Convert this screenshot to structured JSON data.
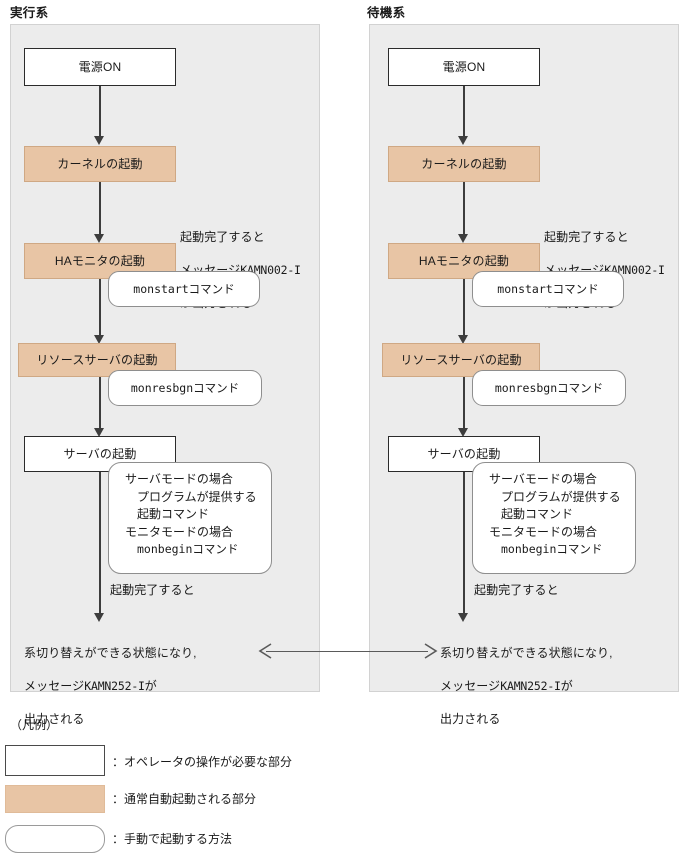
{
  "diagram": {
    "panels": [
      {
        "title": "実行系",
        "nodes": [
          {
            "label": "電源ON",
            "style": "white"
          },
          {
            "label": "カーネルの起動",
            "style": "tan"
          },
          {
            "label": "HAモニタの起動",
            "style": "tan"
          },
          {
            "label": "リソースサーバの起動",
            "style": "tan"
          },
          {
            "label": "サーバの起動",
            "style": "white"
          }
        ],
        "commands": [
          {
            "label": "monstartコマンド"
          },
          {
            "label": "monresbgnコマンド"
          }
        ],
        "server_command_box": {
          "line1": "サーバモードの場合",
          "line2": "プログラムが提供する",
          "line3": "起動コマンド",
          "line4": "モニタモードの場合",
          "line5": "monbeginコマンド"
        },
        "notes": {
          "ha_monitor_note_line1": "起動完了すると",
          "ha_monitor_note_line2_prefix": "メッセージ",
          "ha_monitor_note_line2_code": "KAMN002-I",
          "ha_monitor_note_line3": "が出力される",
          "startup_complete": "起動完了すると",
          "final_line1": "系切り替えができる状態になり,",
          "final_line2_prefix": "メッセージ",
          "final_line2_code": "KAMN252-I",
          "final_line2_suffix": "が",
          "final_line3": "出力される"
        }
      },
      {
        "title": "待機系",
        "nodes": [
          {
            "label": "電源ON",
            "style": "white"
          },
          {
            "label": "カーネルの起動",
            "style": "tan"
          },
          {
            "label": "HAモニタの起動",
            "style": "tan"
          },
          {
            "label": "リソースサーバの起動",
            "style": "tan"
          },
          {
            "label": "サーバの起動",
            "style": "white"
          }
        ],
        "commands": [
          {
            "label": "monstartコマンド"
          },
          {
            "label": "monresbgnコマンド"
          }
        ],
        "server_command_box": {
          "line1": "サーバモードの場合",
          "line2": "プログラムが提供する",
          "line3": "起動コマンド",
          "line4": "モニタモードの場合",
          "line5": "monbeginコマンド"
        },
        "notes": {
          "ha_monitor_note_line1": "起動完了すると",
          "ha_monitor_note_line2_prefix": "メッセージ",
          "ha_monitor_note_line2_code": "KAMN002-I",
          "ha_monitor_note_line3": "が出力される",
          "startup_complete": "起動完了すると",
          "final_line1": "系切り替えができる状態になり,",
          "final_line2_prefix": "メッセージ",
          "final_line2_code": "KAMN252-I",
          "final_line2_suffix": "が",
          "final_line3": "出力される"
        }
      }
    ]
  },
  "legend": {
    "title": "（凡例）",
    "items": [
      {
        "swatch": "white",
        "text": "：オペレータの操作が必要な部分"
      },
      {
        "swatch": "tan",
        "text": "：通常自動起動される部分"
      },
      {
        "swatch": "round",
        "text": "：手動で起動する方法"
      }
    ]
  },
  "colors": {
    "panel_background": "#ececec",
    "auto_start_fill": "#e8c5a5",
    "manual_fill": "#ffffff",
    "connector": "#3d3d3d"
  }
}
